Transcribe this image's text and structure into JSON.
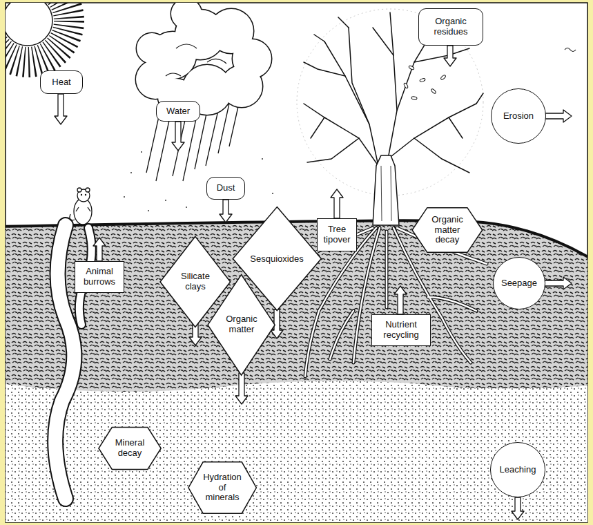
{
  "diagram": {
    "nodes": [
      {
        "text": [
          "Heat"
        ]
      },
      {
        "text": [
          "Water"
        ]
      },
      {
        "text": [
          "Organic residues"
        ]
      },
      {
        "text": [
          "Erosion"
        ]
      },
      {
        "text": [
          "Dust"
        ]
      },
      {
        "text": [
          "Tree tipover"
        ]
      },
      {
        "text": [
          "Organic matter decay"
        ]
      },
      {
        "text": [
          "Animal burrows"
        ]
      },
      {
        "text": [
          "Silicate clays"
        ]
      },
      {
        "text": [
          "Sesquioxides"
        ]
      },
      {
        "text": [
          "Seepage"
        ]
      },
      {
        "text": [
          "Nutrient recycling"
        ]
      },
      {
        "text": [
          "Organic matter"
        ]
      },
      {
        "text": [
          "Leaching"
        ]
      },
      {
        "text": [
          "Mineral decay"
        ]
      },
      {
        "text": [
          "Hydration of minerals"
        ]
      }
    ]
  }
}
